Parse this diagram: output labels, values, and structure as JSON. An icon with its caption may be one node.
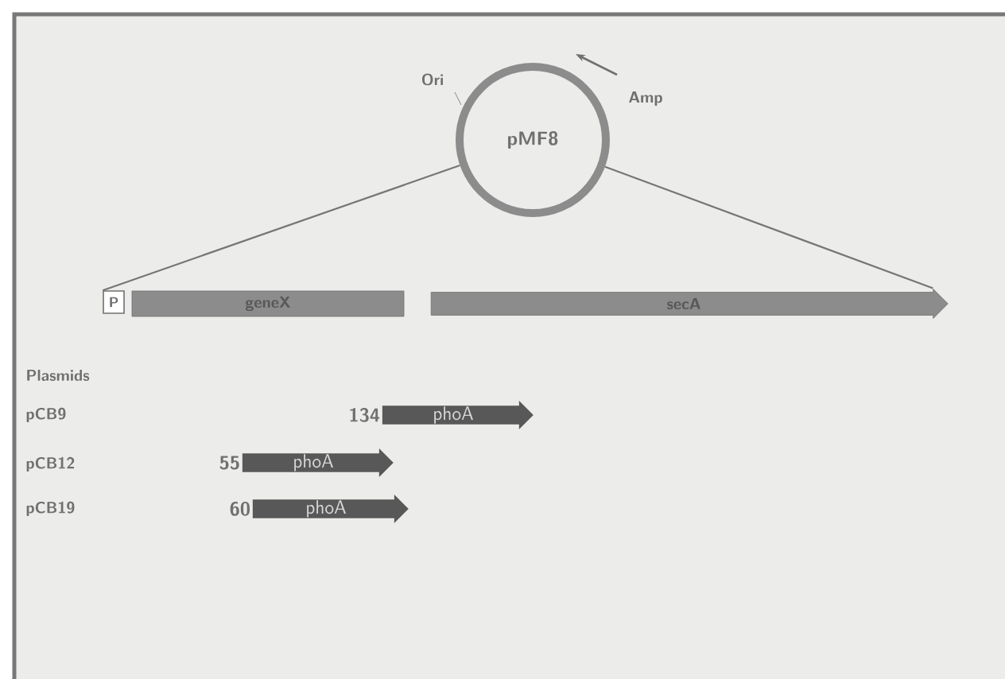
{
  "diagram": {
    "nodes": [
      {
        "text": [
          "pMF8"
        ]
      },
      {
        "text": [
          "P"
        ]
      },
      {
        "text": [
          "geneX"
        ]
      },
      {
        "text": [
          "secA"
        ]
      },
      {
        "text": [
          "phoA"
        ],
        "beside": [
          "134"
        ]
      },
      {
        "text": [
          "phoA"
        ],
        "beside": [
          "55"
        ]
      },
      {
        "text": [
          "phoA"
        ],
        "beside": [
          "60"
        ]
      }
    ],
    "edges": [
      {
        "from": 0,
        "to": 1,
        "arrow": "none"
      },
      {
        "from": 0,
        "to": 3,
        "arrow": "none"
      }
    ],
    "labels": [
      "Ori",
      "Amp",
      "Plasmids",
      "pCB9",
      "pCB12",
      "pCB19"
    ]
  }
}
